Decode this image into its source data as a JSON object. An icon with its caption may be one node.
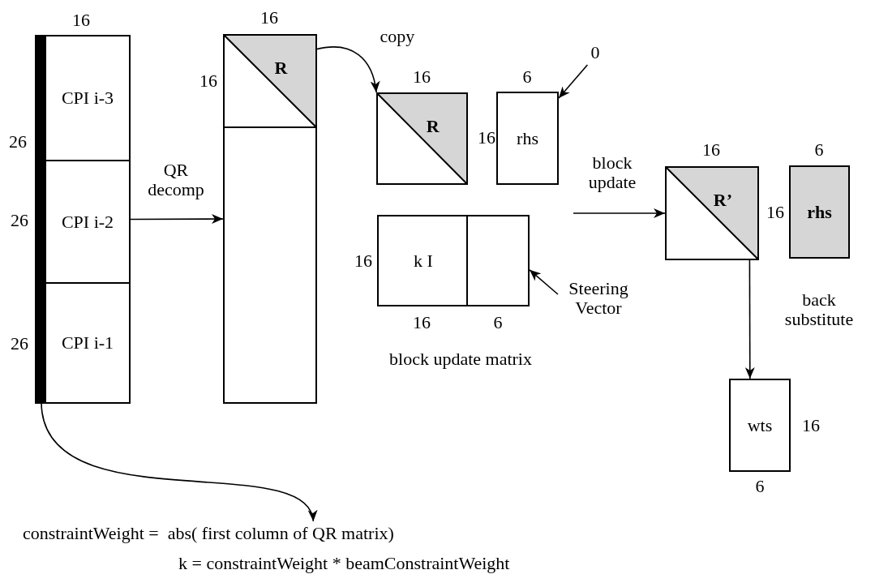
{
  "diagram": {
    "nodes": [
      {
        "text": [],
        "shape": "box",
        "beside": [
          "16"
        ]
      },
      {
        "text": [
          "CPI i-3"
        ],
        "in": 0
      },
      {
        "text": [
          "CPI i-2"
        ],
        "in": 0
      },
      {
        "text": [
          "CPI i-1"
        ],
        "in": 0
      },
      {
        "text": [],
        "shape": "bar",
        "in": 0
      },
      {
        "text": [],
        "shape": "box",
        "beside": [
          "16"
        ]
      },
      {
        "text": [
          "R"
        ],
        "in": 5,
        "beside": [
          "16"
        ]
      },
      {
        "text": [
          "R"
        ],
        "beside": [
          "16"
        ]
      },
      {
        "text": [
          "rhs"
        ],
        "beside": [
          "6",
          "16"
        ]
      },
      {
        "text": [
          "0"
        ]
      },
      {
        "text": [],
        "shape": "box",
        "beside": [
          "block update matrix"
        ]
      },
      {
        "text": [
          "k I"
        ],
        "in": 10,
        "beside": [
          "16",
          "16"
        ]
      },
      {
        "text": [],
        "shape": "box",
        "in": 10,
        "beside": [
          "6"
        ]
      },
      {
        "text": [
          "Steering Vector"
        ]
      },
      {
        "text": [
          "R’"
        ],
        "beside": [
          "16"
        ]
      },
      {
        "text": [
          "rhs"
        ],
        "beside": [
          "6",
          "16"
        ]
      },
      {
        "text": [
          "wts"
        ],
        "beside": [
          "16",
          "6"
        ]
      },
      {
        "text": [
          "constraintWeight =  abs( first column of QR matrix)"
        ]
      }
    ],
    "edges": [
      {
        "from": 0,
        "to": 5,
        "arrow": "to",
        "label": "QR decomp"
      },
      {
        "from": 6,
        "to": 7,
        "arrow": "to",
        "label": "copy"
      },
      {
        "from": 9,
        "to": 8,
        "arrow": "to"
      },
      {
        "from": 13,
        "to": 12,
        "arrow": "to"
      },
      {
        "from": null,
        "to": 14,
        "arrow": "to",
        "label": "block update"
      },
      {
        "from": 14,
        "to": 16,
        "arrow": "to",
        "label": "back substitute"
      },
      {
        "from": 4,
        "to": 17,
        "arrow": "to"
      }
    ],
    "labels": [
      "26",
      "26",
      "26",
      "k = constraintWeight * beamConstraintWeight"
    ]
  }
}
